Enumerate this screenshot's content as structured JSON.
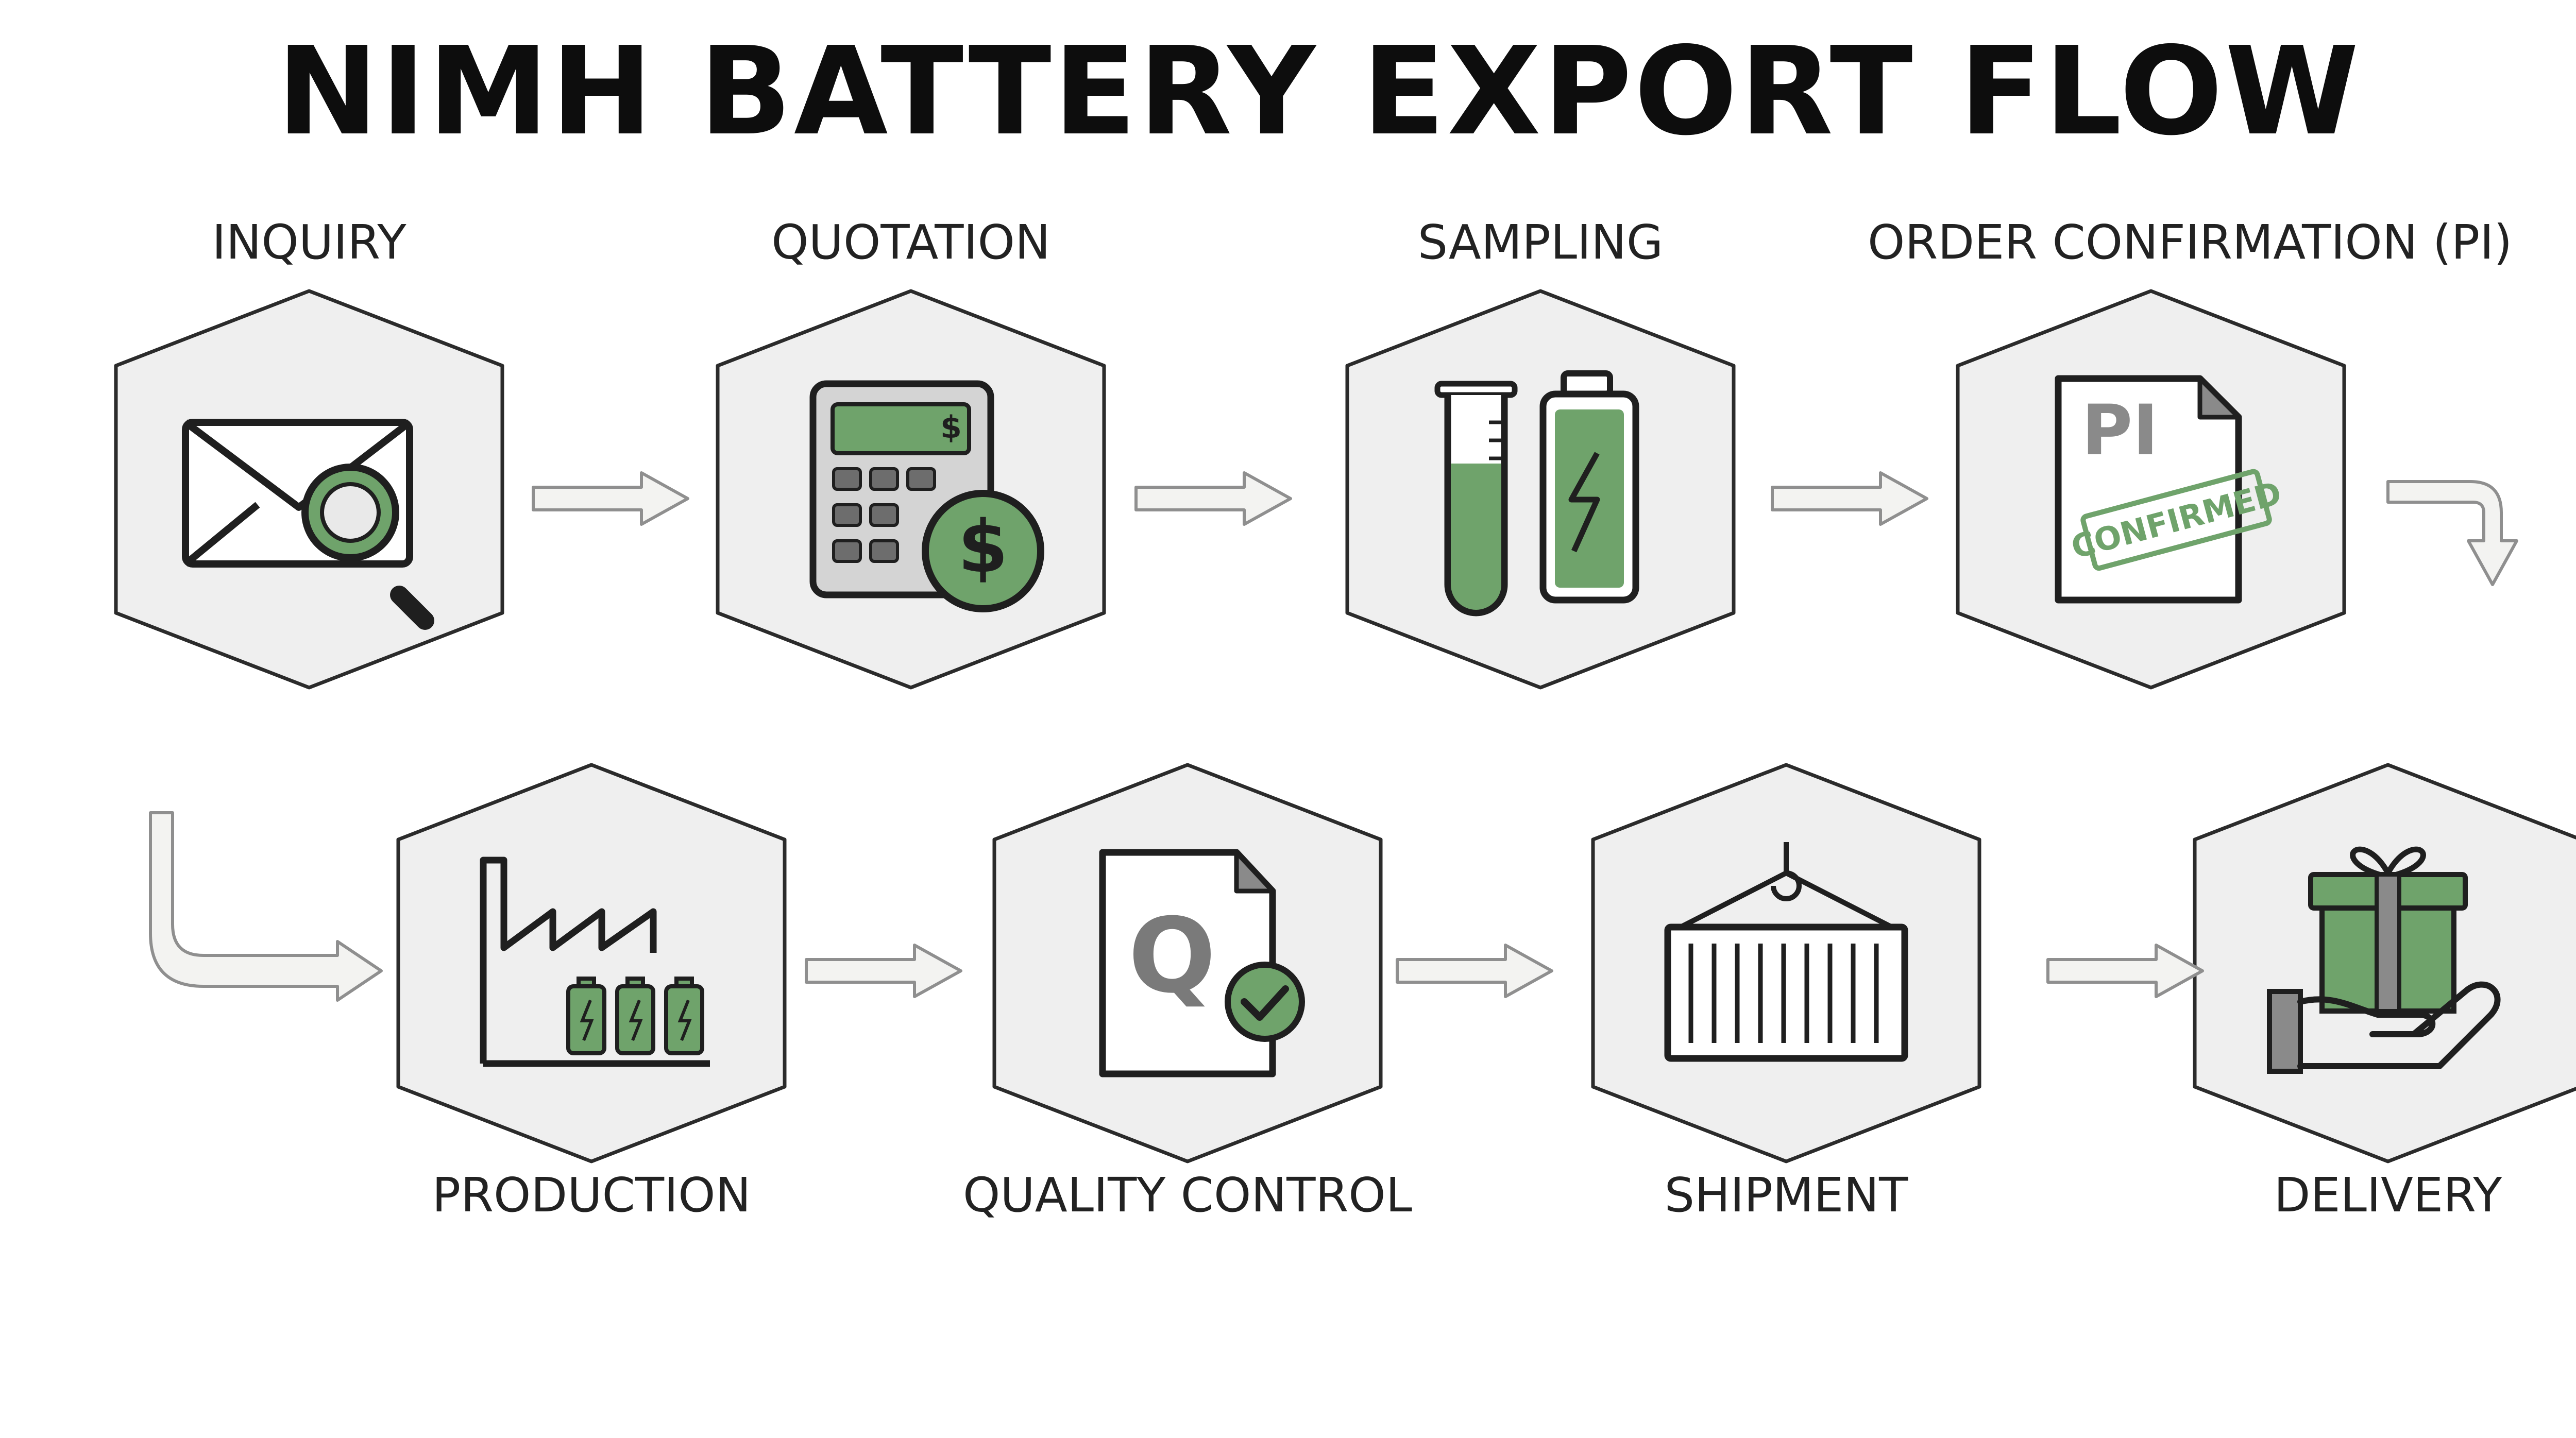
{
  "title": "NIMH BATTERY EXPORT FLOW",
  "steps": [
    {
      "label": "INQUIRY",
      "icon": "envelope-search-icon"
    },
    {
      "label": "QUOTATION",
      "icon": "calculator-dollar-icon",
      "screen_text": "$",
      "coin_text": "$"
    },
    {
      "label": "SAMPLING",
      "icon": "test-tube-battery-icon"
    },
    {
      "label": "ORDER CONFIRMATION (PI)",
      "icon": "pi-document-icon",
      "doc_text": "PI",
      "stamp_text": "CONFIRMED"
    },
    {
      "label": "PRODUCTION",
      "icon": "factory-batteries-icon"
    },
    {
      "label": "QUALITY CONTROL",
      "icon": "qc-document-icon",
      "doc_text": "Q"
    },
    {
      "label": "SHIPMENT",
      "icon": "container-crane-icon"
    },
    {
      "label": "DELIVERY",
      "icon": "hand-gift-icon"
    }
  ],
  "colors": {
    "accent_green": "#6fa36b",
    "green_dark": "#3f7a3d",
    "hex_fill": "#efefef",
    "hex_stroke": "#2b2b2b",
    "icon_stroke": "#1f1f1f",
    "gray_icon": "#8a8a8a",
    "arrow_fill": "#f3f3f1",
    "arrow_stroke": "#8f8f8f"
  }
}
